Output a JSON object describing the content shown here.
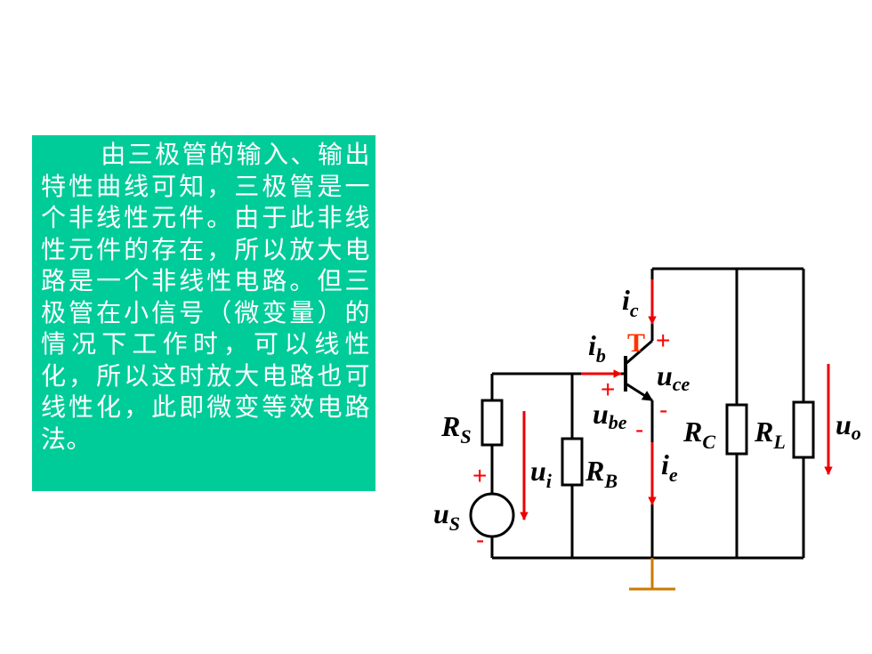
{
  "description_text": "由三极管的输入、输出特性曲线可知，三极管是一个非线性元件。由于此非线性元件的存在，所以放大电路是一个非线性电路。但三极管在小信号（微变量）的情况下工作时，可以线性化，所以这时放大电路也可线性化，此即微变等效电路法。",
  "circuit": {
    "transistor_label": "T",
    "components": {
      "rs": {
        "main": "R",
        "sub": "S"
      },
      "rb": {
        "main": "R",
        "sub": "B"
      },
      "rc": {
        "main": "R",
        "sub": "C"
      },
      "rl": {
        "main": "R",
        "sub": "L"
      },
      "us": {
        "main": "u",
        "sub": "S"
      }
    },
    "signals": {
      "ic": {
        "main": "i",
        "sub": "c"
      },
      "ib": {
        "main": "i",
        "sub": "b"
      },
      "ie": {
        "main": "i",
        "sub": "e"
      },
      "uce": {
        "main": "u",
        "sub": "ce"
      },
      "ube": {
        "main": "u",
        "sub": "be"
      },
      "ui": {
        "main": "u",
        "sub": "i"
      },
      "uo": {
        "main": "u",
        "sub": "o"
      }
    },
    "polarity": {
      "plus": "+",
      "minus": "-"
    },
    "colors": {
      "wire": "#000000",
      "arrow": "#ee0000",
      "label_red": "#ff3300",
      "ground": "#cc7a00"
    }
  }
}
